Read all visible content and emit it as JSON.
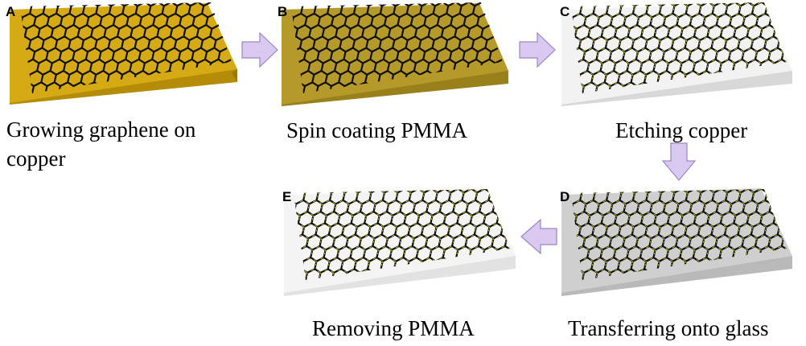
{
  "colors": {
    "copper_top": "#d6aa14",
    "copper_front": "#b48c08",
    "copper_side": "#9a7806",
    "pmma_copper_top": "#b59a2a",
    "pmma_copper_front": "#9a801a",
    "pmma_copper_side": "#846c12",
    "pmma_top": "#f2f2f2",
    "pmma_front": "#d8d8d8",
    "glass_pmma_top": "#cfcfcf",
    "glass_pmma_front": "#b9b9b9",
    "glass_top": "#f4f4f4",
    "glass_front": "#e2e2e2",
    "lattice": "#111111",
    "lattice_highlight": "#d8d800",
    "arrow_fill": "#d9c8ef",
    "arrow_stroke": "#9a86c4"
  },
  "panels": [
    {
      "id": "A",
      "letter": "A",
      "caption_lines": [
        "Growing graphene on",
        "copper"
      ],
      "substrate": "copper"
    },
    {
      "id": "B",
      "letter": "B",
      "caption_lines": [
        "Spin coating PMMA"
      ],
      "substrate": "pmma_copper"
    },
    {
      "id": "C",
      "letter": "C",
      "caption_lines": [
        "Etching copper"
      ],
      "substrate": "pmma"
    },
    {
      "id": "D",
      "letter": "D",
      "caption_lines": [
        "Transferring onto glass"
      ],
      "substrate": "glass_pmma"
    },
    {
      "id": "E",
      "letter": "E",
      "caption_lines": [
        "Removing PMMA"
      ],
      "substrate": "glass"
    }
  ],
  "arrows": [
    {
      "from": "A",
      "to": "B",
      "direction": "right"
    },
    {
      "from": "B",
      "to": "C",
      "direction": "right"
    },
    {
      "from": "C",
      "to": "D",
      "direction": "down"
    },
    {
      "from": "D",
      "to": "E",
      "direction": "left"
    }
  ]
}
